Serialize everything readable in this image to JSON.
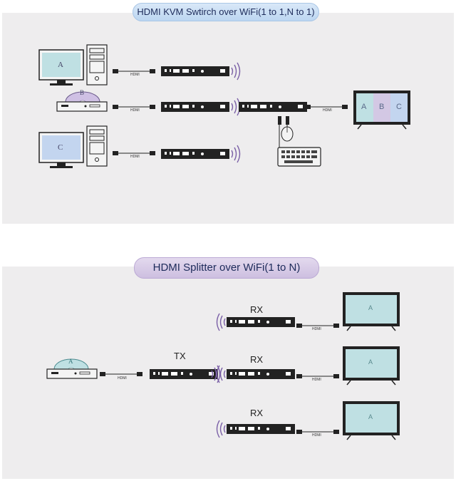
{
  "kvm": {
    "title": "HDMI KVM Swtirch over WiFi(1 to 1,N to 1)",
    "cable_label": "HDMI",
    "sources": [
      "A",
      "B",
      "C"
    ],
    "display": [
      "A",
      "B",
      "C"
    ]
  },
  "splitter": {
    "title": "HDMI Splitter over WiFi(1 to N)",
    "cable_label": "HDMI",
    "source": "A",
    "tx_label": "TX",
    "rx_label": "RX",
    "displays": [
      "A",
      "A",
      "A"
    ]
  },
  "colors": {
    "kvm_pill": "#bcd6f1",
    "split_pill": "#cdbfe0",
    "screen_a": "#bfe0e3",
    "screen_b": "#d3c8e4",
    "screen_c": "#c3d5ef",
    "panel": "#eeedee"
  }
}
